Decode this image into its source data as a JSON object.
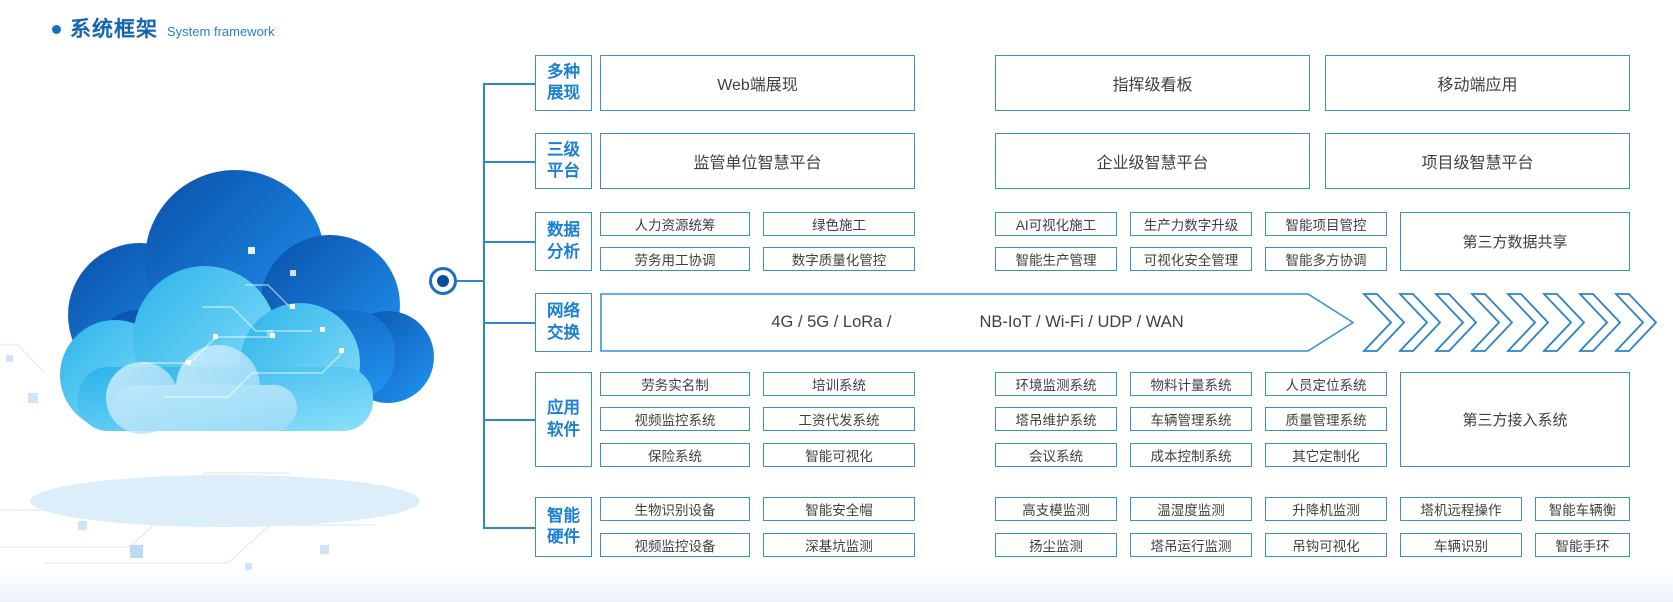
{
  "header": {
    "bullet_icon": "●",
    "title_zh": "系统框架",
    "title_en": "System framework"
  },
  "colors": {
    "title_blue": "#1464b4",
    "accent_blue": "#1b7fd4",
    "border_blue": "#3a8fd0",
    "text_dark": "#3f3f3f",
    "cloud_dark": "#0a4fa8",
    "cloud_light": "#8ce0fa"
  },
  "framework": {
    "rows": [
      {
        "label": [
          "多种",
          "展现"
        ],
        "boxes": [
          "Web端展现",
          "指挥级看板",
          "移动端应用"
        ]
      },
      {
        "label": [
          "三级",
          "平台"
        ],
        "boxes": [
          "监管单位智慧平台",
          "企业级智慧平台",
          "项目级智慧平台"
        ]
      },
      {
        "label": [
          "数据",
          "分析"
        ],
        "lines": [
          [
            "人力资源统筹",
            "绿色施工",
            "AI可视化施工",
            "生产力数字升级",
            "智能项目管控"
          ],
          [
            "劳务用工协调",
            "数字质量化管控",
            "智能生产管理",
            "可视化安全管理",
            "智能多方协调"
          ]
        ],
        "side_box": "第三方数据共享"
      },
      {
        "label": [
          "网络",
          "交换"
        ],
        "band_left": "4G / 5G / LoRa /",
        "band_right": "NB-IoT / Wi-Fi / UDP / WAN"
      },
      {
        "label": [
          "应用",
          "软件"
        ],
        "lines": [
          [
            "劳务实名制",
            "培训系统",
            "环境监测系统",
            "物料计量系统",
            "人员定位系统"
          ],
          [
            "视频监控系统",
            "工资代发系统",
            "塔吊维护系统",
            "车辆管理系统",
            "质量管理系统"
          ],
          [
            "保险系统",
            "智能可视化",
            "会议系统",
            "成本控制系统",
            "其它定制化"
          ]
        ],
        "side_box": "第三方接入系统"
      },
      {
        "label": [
          "智能",
          "硬件"
        ],
        "lines": [
          [
            "生物识别设备",
            "智能安全帽",
            "高支模监测",
            "温湿度监测",
            "升降机监测",
            "塔机远程操作",
            "智能车辆衡"
          ],
          [
            "视频监控设备",
            "深基坑监测",
            "扬尘监测",
            "塔吊运行监测",
            "吊钩可视化",
            "车辆识别",
            "智能手环"
          ]
        ]
      }
    ]
  }
}
